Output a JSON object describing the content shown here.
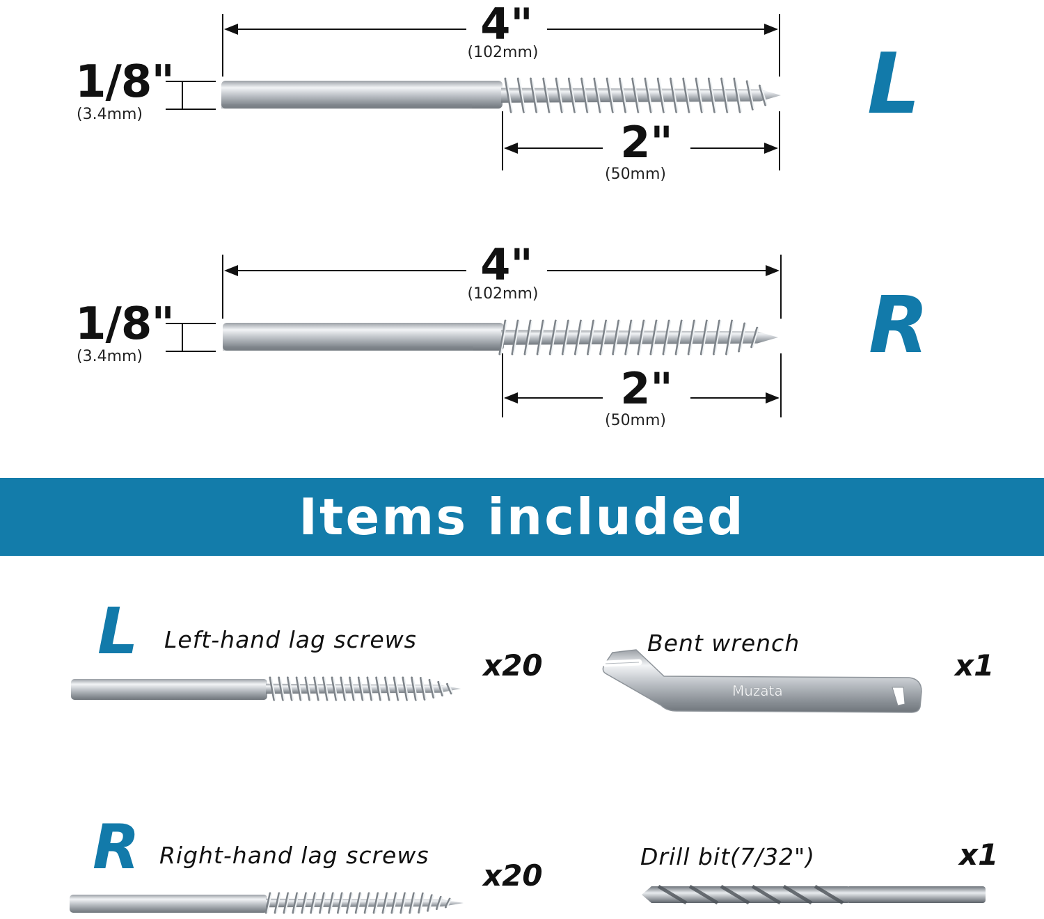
{
  "screw_l": {
    "label": "L",
    "total_length": "4\"",
    "total_length_mm": "(102mm)",
    "thread_length": "2\"",
    "thread_length_mm": "(50mm)",
    "diameter": "1/8\"",
    "diameter_mm": "(3.4mm)"
  },
  "screw_r": {
    "label": "R",
    "total_length": "4\"",
    "total_length_mm": "(102mm)",
    "thread_length": "2\"",
    "thread_length_mm": "(50mm)",
    "diameter": "1/8\"",
    "diameter_mm": "(3.4mm)"
  },
  "banner": {
    "title": "Items included"
  },
  "items": [
    {
      "badge": "L",
      "name": "Left-hand lag screws",
      "qty": "x20"
    },
    {
      "name": "Bent wrench",
      "qty": "x1",
      "engraving": "Muzata"
    },
    {
      "badge": "R",
      "name": "Right-hand lag screws",
      "qty": "x20"
    },
    {
      "name": "Drill bit(7/32\")",
      "qty": "x1"
    }
  ],
  "colors": {
    "accent": "#137caa",
    "steel": "#c9ccd0",
    "text": "#111111"
  }
}
